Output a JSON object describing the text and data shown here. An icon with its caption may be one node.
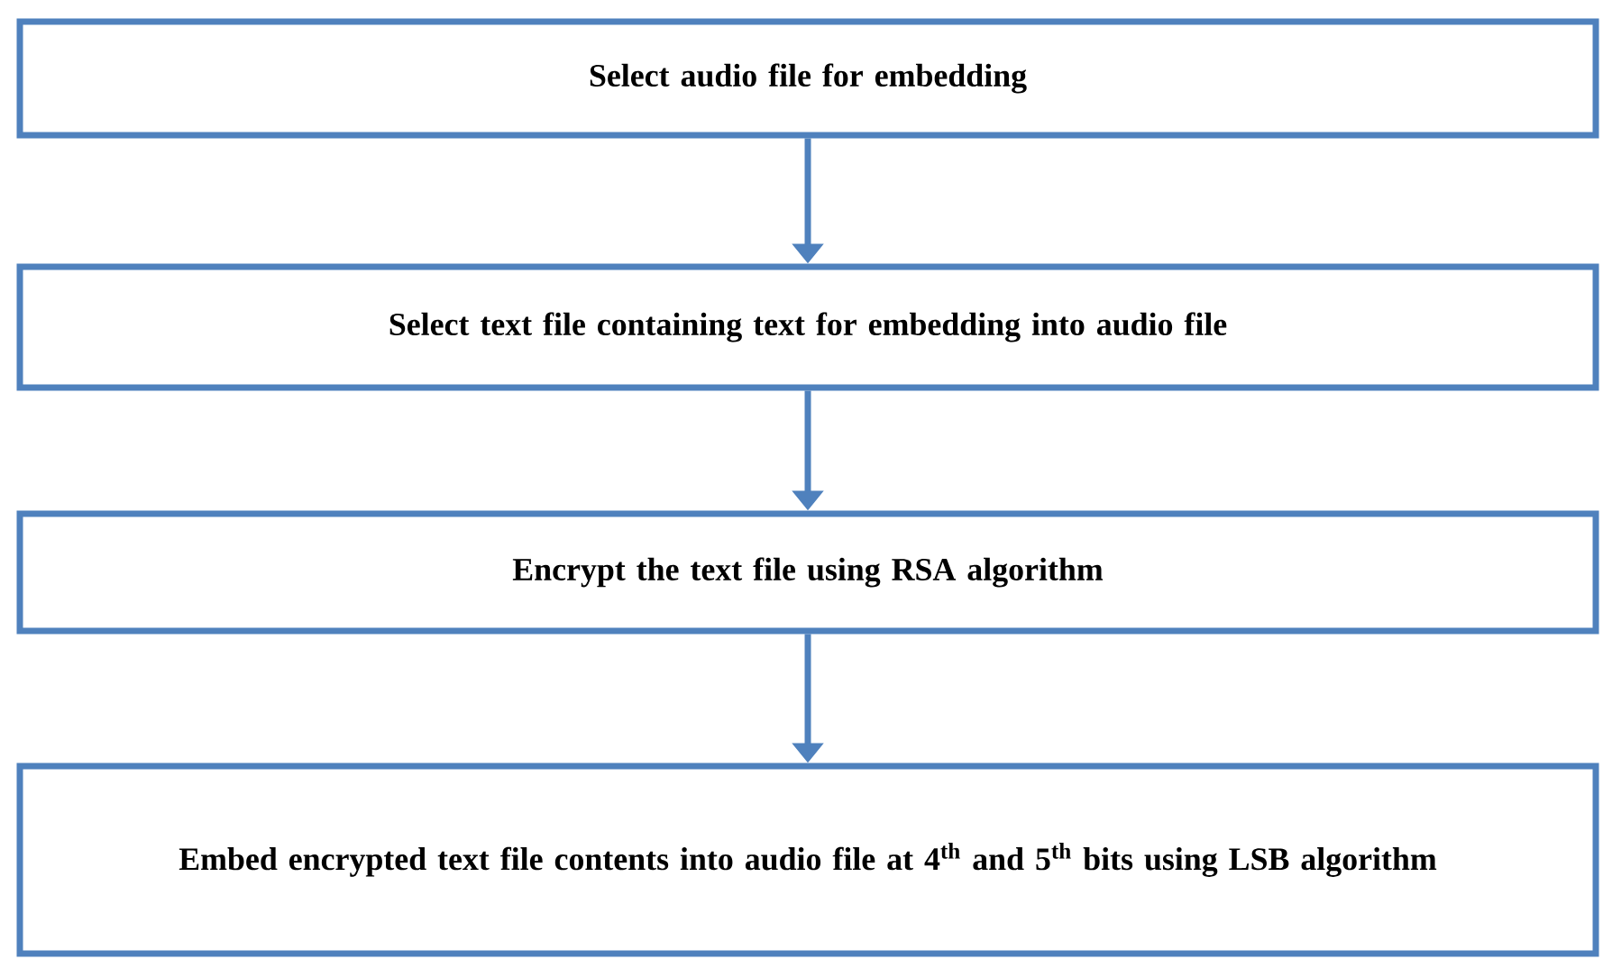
{
  "diagram": {
    "nodes": [
      {
        "text": [
          "Select audio file for embedding"
        ]
      },
      {
        "text": [
          "Select text file containing text for embedding into audio file"
        ]
      },
      {
        "text": [
          "Encrypt the text file using RSA algorithm"
        ]
      },
      {
        "text": [
          "Embed encrypted text file contents into audio file at 4$^{th}$ and 5$^{th}$ bits using LSB algorithm"
        ]
      }
    ],
    "edges": [
      {
        "from": 0,
        "to": 1,
        "arrow": "to"
      },
      {
        "from": 1,
        "to": 2,
        "arrow": "to"
      },
      {
        "from": 2,
        "to": 3,
        "arrow": "to"
      }
    ]
  }
}
